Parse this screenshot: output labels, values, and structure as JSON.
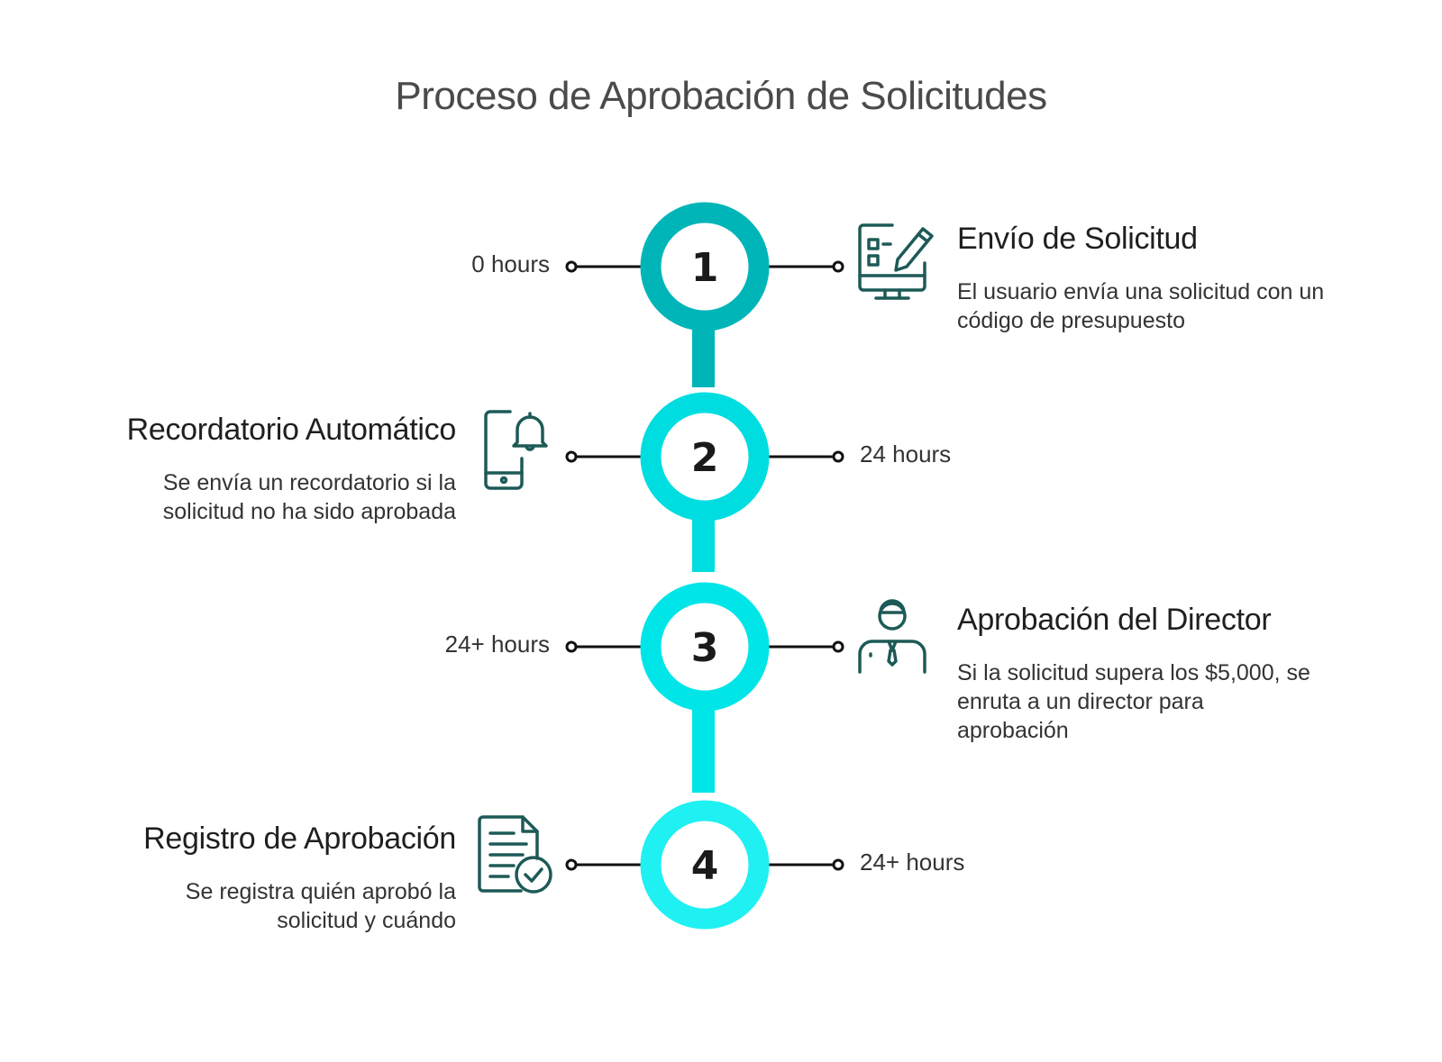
{
  "title": "Proceso de Aprobación de Solicitudes",
  "colors": {
    "step1": "#00b5b8",
    "step2": "#00dde0",
    "step3": "#00e5e8",
    "step4": "#1ff0f2",
    "connector": "#111111",
    "icon": "#1d5a57"
  },
  "steps": [
    {
      "number": "1",
      "time": "0 hours",
      "title": "Envío de Solicitud",
      "description": "El usuario envía una solicitud con un código de presupuesto",
      "icon": "monitor-checklist-pen-icon",
      "side": "right"
    },
    {
      "number": "2",
      "time": "24 hours",
      "title": "Recordatorio Automático",
      "description": "Se envía un recordatorio si la solicitud no ha sido aprobada",
      "icon": "phone-bell-icon",
      "side": "left"
    },
    {
      "number": "3",
      "time": "24+ hours",
      "title": "Aprobación del Director",
      "description": "Si la solicitud supera los $5,000, se enruta a un director para aprobación",
      "icon": "director-person-icon",
      "side": "right"
    },
    {
      "number": "4",
      "time": "24+ hours",
      "title": "Registro de Aprobación",
      "description": "Se registra quién aprobó la solicitud y cuándo",
      "icon": "document-check-icon",
      "side": "left"
    }
  ]
}
